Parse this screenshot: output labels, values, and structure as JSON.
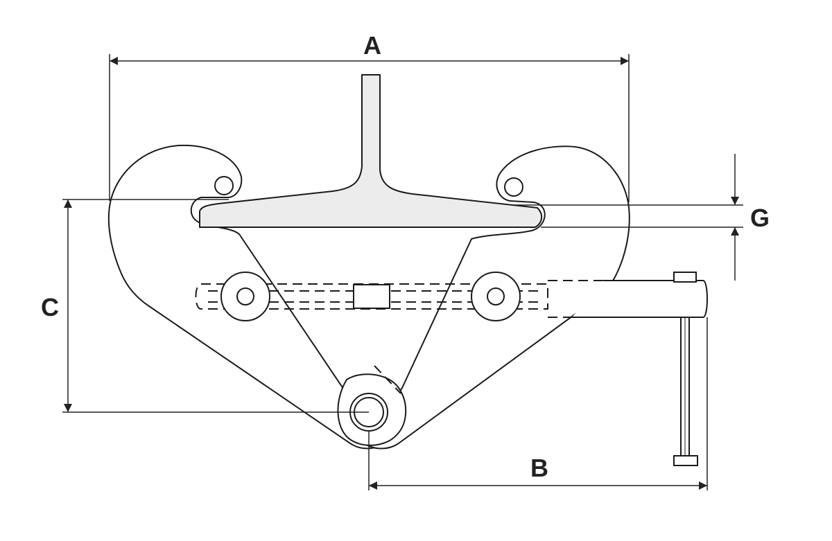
{
  "diagram": {
    "dimensions": {
      "a": "A",
      "b": "B",
      "c": "C",
      "g": "G"
    },
    "colors": {
      "stroke": "#1a1a1a",
      "beam_fill": "#ececec",
      "dim_line": "#222222"
    }
  }
}
